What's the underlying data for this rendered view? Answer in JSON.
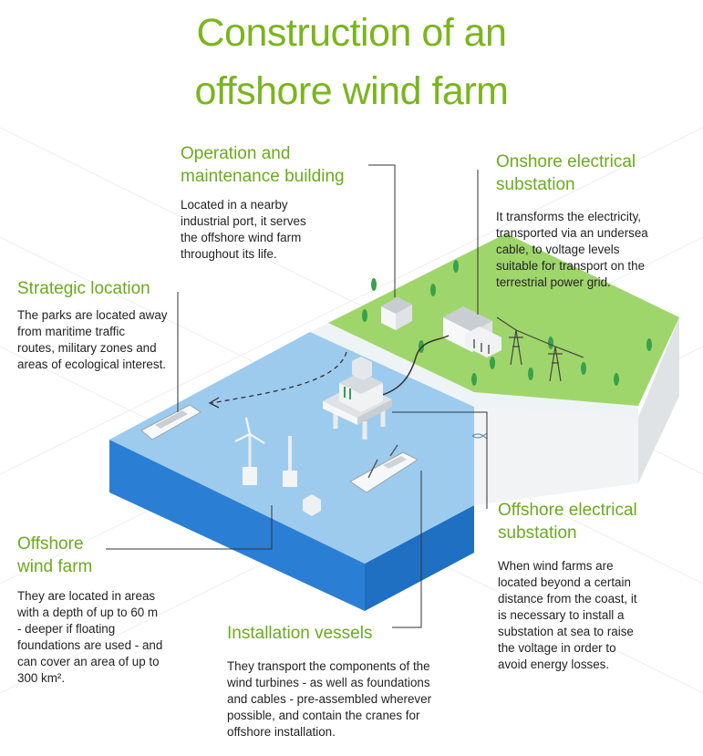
{
  "title": {
    "line1": "Construction of an",
    "line2": "offshore wind farm"
  },
  "colors": {
    "accent_green": "#7ab51d",
    "land_green": "#9fd66b",
    "sea_light": "#9dcbee",
    "sea_dark": "#2a7fd4",
    "connector": "#333333"
  },
  "sections": {
    "operation": {
      "heading": [
        "Operation and",
        "maintenance building"
      ],
      "body": [
        "Located in a nearby",
        "industrial port, it serves",
        "the offshore wind farm",
        "throughout its life."
      ]
    },
    "onshore": {
      "heading": [
        "Onshore electrical",
        "substation"
      ],
      "body": [
        "It transforms the electricity,",
        "transported via an undersea",
        "cable, to voltage levels",
        "suitable for transport on the",
        "terrestrial power grid."
      ]
    },
    "strategic": {
      "heading": [
        "Strategic location"
      ],
      "body": [
        "The parks are located away",
        "from maritime traffic",
        "routes, military zones and",
        "areas of ecological interest."
      ]
    },
    "windfarm": {
      "heading": [
        "Offshore",
        "wind farm"
      ],
      "body": [
        "They are located in areas",
        "with a depth of up to 60 m",
        "- deeper if floating",
        "foundations are used - and",
        "can cover an area of up to",
        "300 km²."
      ]
    },
    "offshore_substation": {
      "heading": [
        "Offshore electrical",
        "substation"
      ],
      "body": [
        "When wind farms are",
        "located beyond a certain",
        "distance from the coast, it",
        "is necessary to install a",
        "substation at sea to raise",
        "the voltage in order to",
        "avoid energy losses."
      ]
    },
    "vessels": {
      "heading": [
        "Installation vessels"
      ],
      "body": [
        "They transport the components of the",
        "wind turbines - as well as foundations",
        "and cables - pre-assembled wherever",
        "possible, and contain the cranes for",
        "offshore installation."
      ]
    }
  }
}
